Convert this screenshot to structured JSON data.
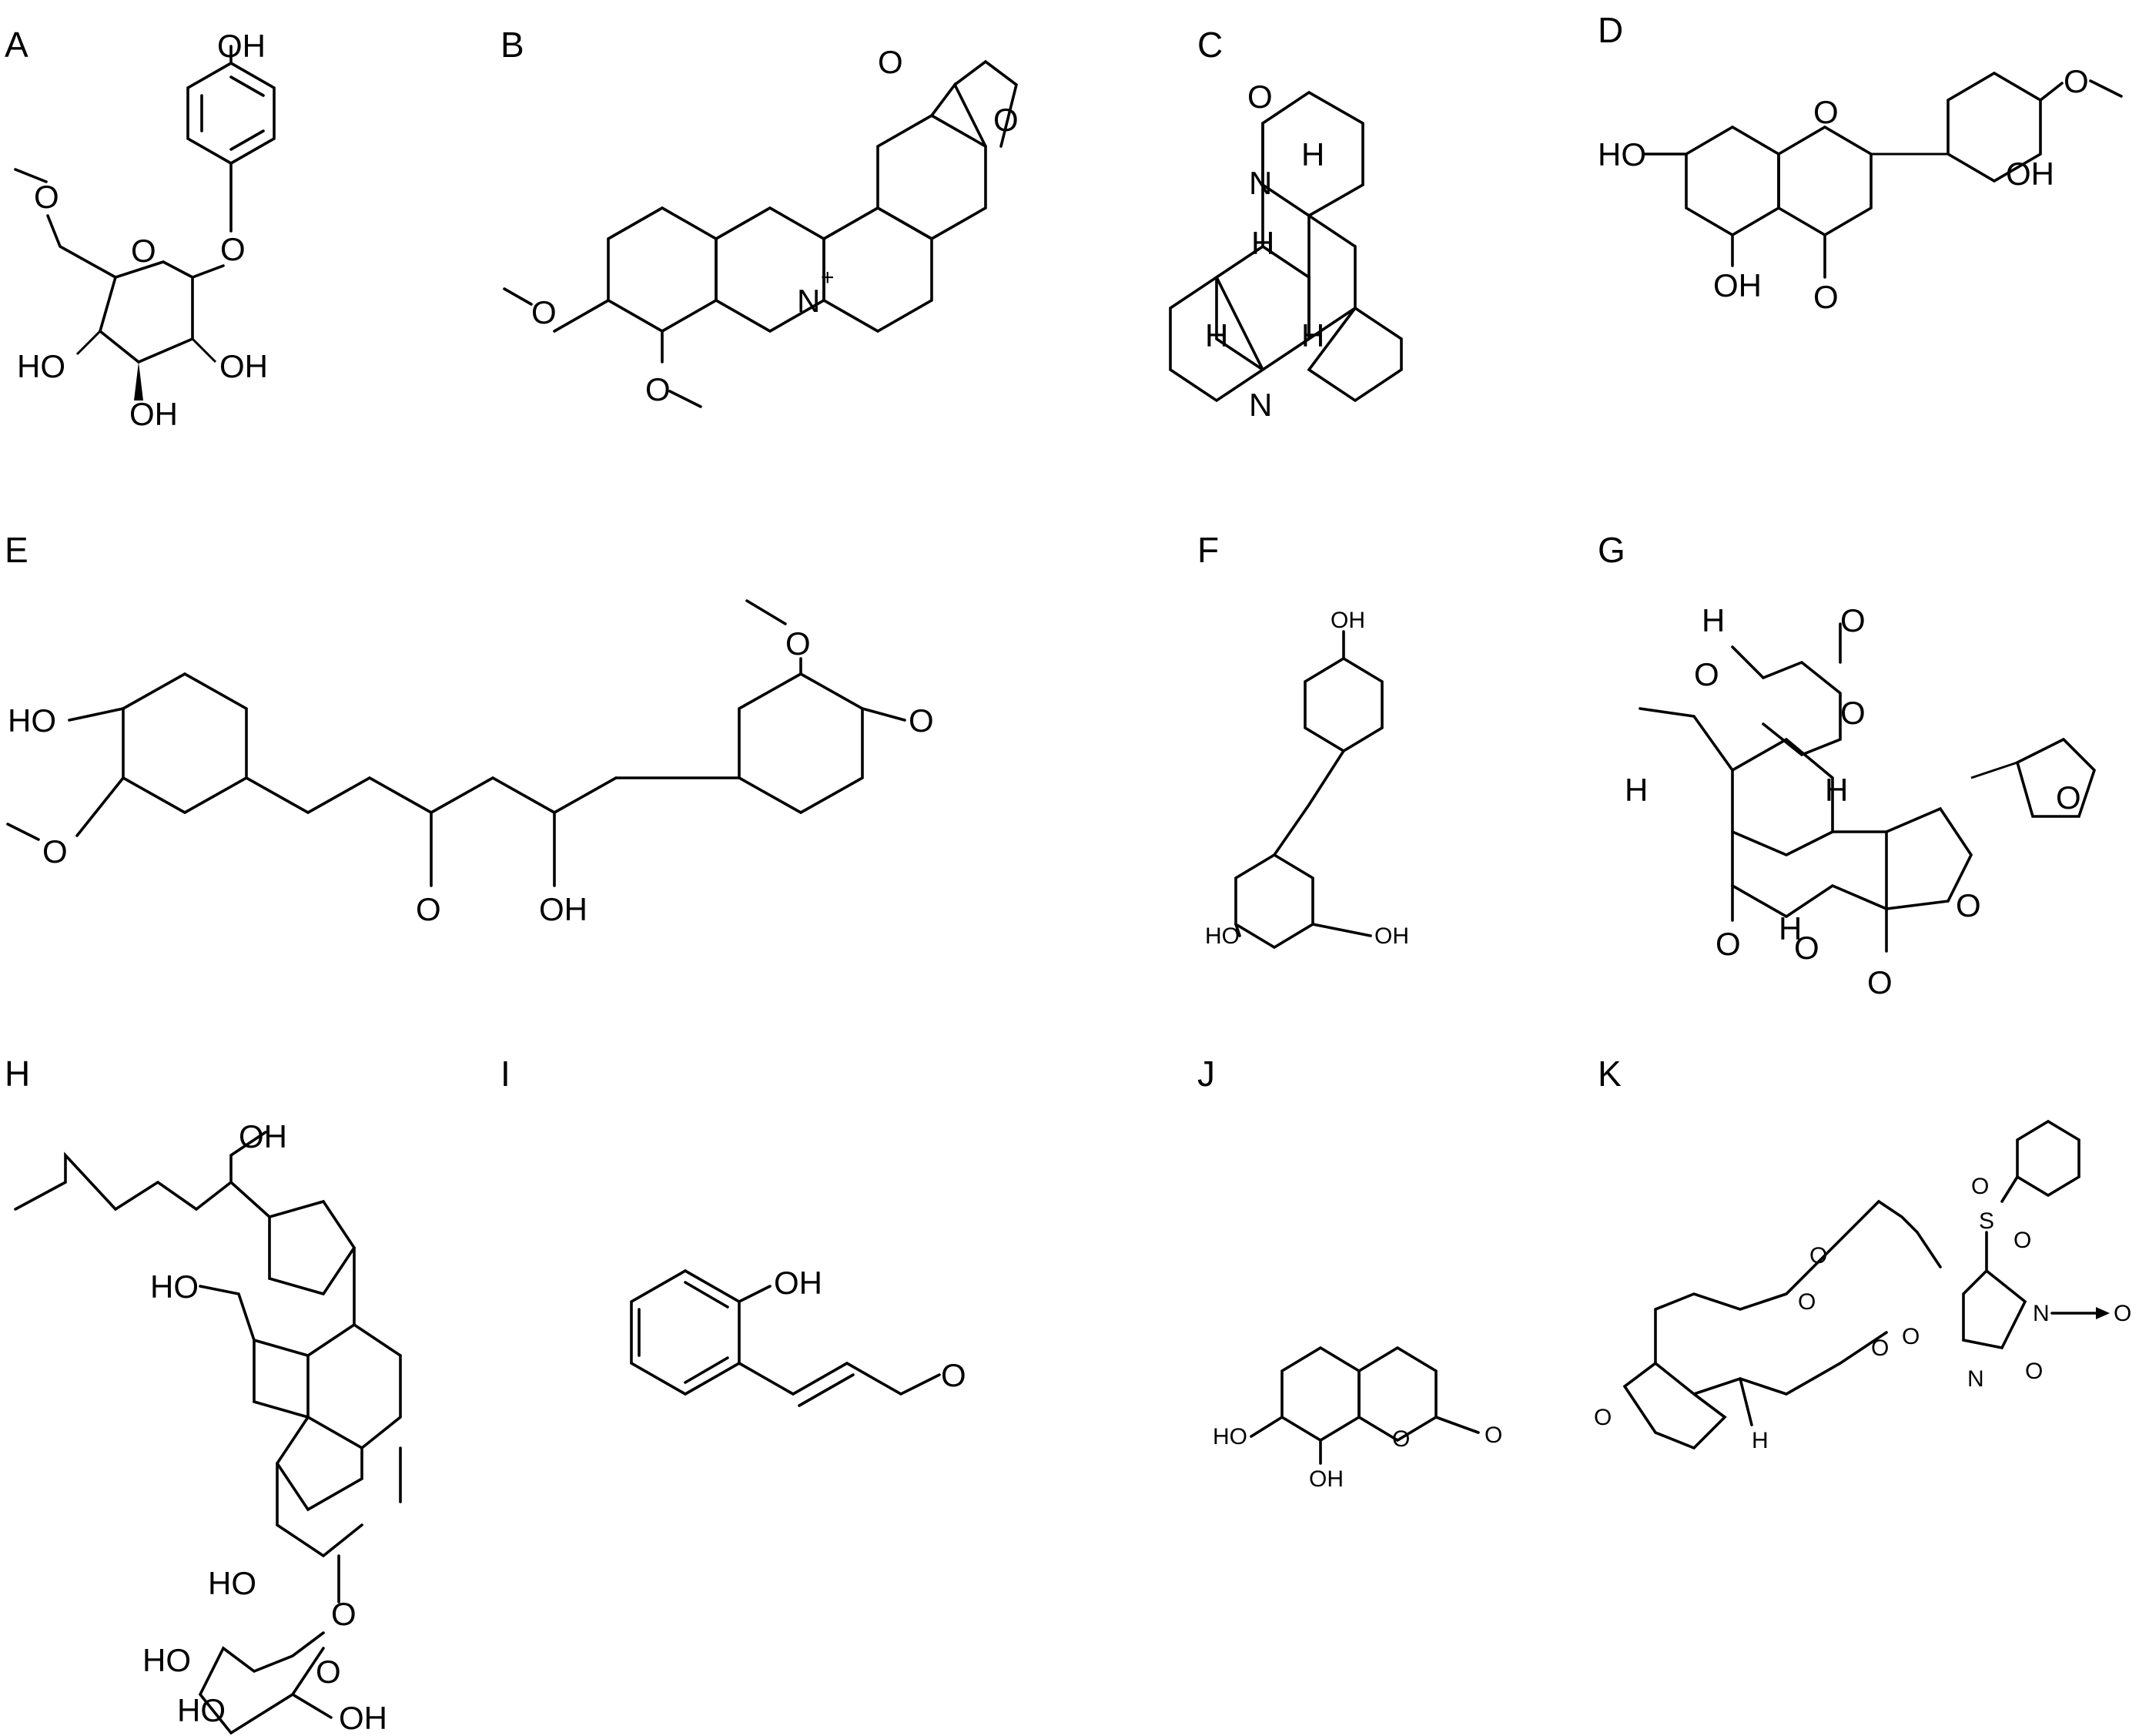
{
  "panels": [
    {
      "letter": "A",
      "labels": [
        "OH",
        "O",
        "O",
        "O",
        "HO",
        "OH",
        "OH"
      ]
    },
    {
      "letter": "B",
      "labels": [
        "O",
        "O",
        "O",
        "O",
        "N",
        "+"
      ]
    },
    {
      "letter": "C",
      "labels": [
        "O",
        "N",
        "N",
        "H",
        "H",
        "H",
        "H"
      ]
    },
    {
      "letter": "D",
      "labels": [
        "HO",
        "O",
        "O",
        "OH",
        "OH",
        "O"
      ]
    },
    {
      "letter": "E",
      "labels": [
        "HO",
        "O",
        "O",
        "OH",
        "O",
        "O"
      ]
    },
    {
      "letter": "F",
      "labels": [
        "OH",
        "HO",
        "OH"
      ]
    },
    {
      "letter": "G",
      "labels": [
        "H",
        "O",
        "O",
        "O",
        "H",
        "H",
        "O",
        "O",
        "O",
        "H",
        "O",
        "O"
      ]
    },
    {
      "letter": "H",
      "labels": [
        "OH",
        "HO",
        "O",
        "HO",
        "O",
        "HO",
        "HO",
        "OH"
      ]
    },
    {
      "letter": "I",
      "labels": [
        "OH",
        "O"
      ]
    },
    {
      "letter": "J",
      "labels": [
        "HO",
        "OH",
        "O",
        "O"
      ]
    },
    {
      "letter": "K",
      "labels": [
        "O",
        "S",
        "O",
        "O",
        "O",
        "O",
        "N",
        "O",
        "O",
        "N",
        "O",
        "O",
        "H"
      ]
    }
  ]
}
